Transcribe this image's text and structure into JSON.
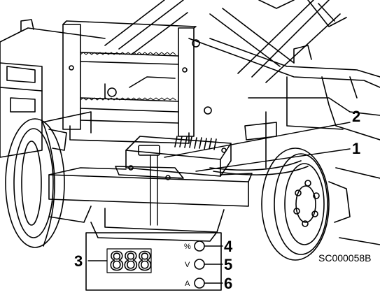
{
  "callouts": {
    "c1": "1",
    "c2": "2",
    "c3": "3",
    "c4": "4",
    "c5": "5",
    "c6": "6"
  },
  "display": {
    "digits": [
      "8",
      "8",
      "8"
    ],
    "indicators": [
      {
        "symbol": "%",
        "callout": "4"
      },
      {
        "symbol": "V",
        "callout": "5"
      },
      {
        "symbol": "A",
        "callout": "6"
      }
    ]
  },
  "figure_code": "SC000058B"
}
